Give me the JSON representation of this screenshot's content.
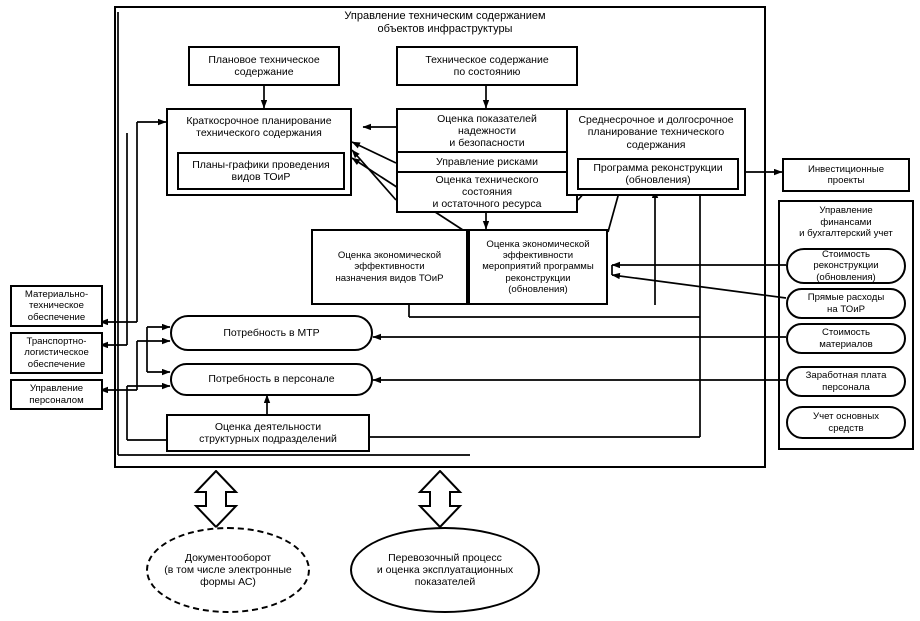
{
  "diagram": {
    "title_line1": "Управление техническим содержанием",
    "title_line2": "объектов инфраструктуры",
    "top": {
      "planned": "Плановое техническое\nсодержание",
      "condition": "Техническое содержание\nпо состоянию"
    },
    "planning": {
      "short_term": "Краткосрочное планирование\nтехнического содержания",
      "short_term_inner": "Планы-графики проведения\nвидов ТОиР",
      "mid_long_term": "Среднесрочное и долгосрочное\nпланирование технического\nсодержания",
      "mid_long_term_inner": "Программа реконструкции\n(обновления)"
    },
    "assessment_stack": [
      "Оценка показателей\nнадежности\nи безопасности",
      "Управление рисками",
      "Оценка технического\nсостояния\nи остаточного ресурса"
    ],
    "economics": [
      "Оценка экономической\nэффективности\nназначения видов ТОиР",
      "Оценка экономической\nэффективности\nмероприятий программы\nреконструкции\n(обновления)"
    ],
    "needs": [
      "Потребность в МТР",
      "Потребность в персонале"
    ],
    "structural_eval": "Оценка деятельности\nструктурных подразделений",
    "left_panels": [
      "Материально-\nтехническое\nобеспечение",
      "Транспортно-\nлогистическое\nобеспечение",
      "Управление\nперсоналом"
    ],
    "right": {
      "investment": "Инвестиционные\nпроекты",
      "finance_title": "Управление\nфинансами\nи бухгалтерский учет",
      "finance_items": [
        "Стоимость\nреконструкции\n(обновления)",
        "Прямые расходы\nна ТОиР",
        "Стоимость\nматериалов",
        "Заработная плата\nперсонала",
        "Учет основных\nсредств"
      ]
    },
    "bottom_ellipses": [
      "Документооборот\n(в том числе электронные\nформы АС)",
      "Перевозочный процесс\nи оценка эксплуатационных\nпоказателей"
    ],
    "colors": {
      "stroke": "#000000",
      "background": "#ffffff"
    }
  }
}
